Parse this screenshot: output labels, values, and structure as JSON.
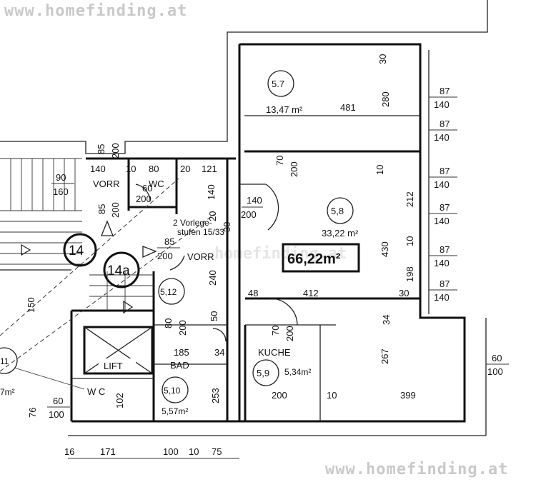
{
  "watermarks": {
    "top": "www.homefinding.at",
    "bottom": "www.homefinding.at",
    "center": "homefinding.at"
  },
  "rooms": {
    "r57": {
      "num": "5.7",
      "area": "13,47 m²"
    },
    "r58": {
      "num": "5,8",
      "area": "33,22 m²"
    },
    "r59": {
      "num": "5,9",
      "area": "5,34m²",
      "name": "KUCHE"
    },
    "r510": {
      "num": "5,10",
      "area": "5,57m²",
      "name": "BAD"
    },
    "r512": {
      "num": "5,12"
    },
    "r511": {
      "num": "11",
      "area": "7m²"
    },
    "r14": {
      "num": "14"
    },
    "r14a": {
      "num": "14a"
    },
    "lift": {
      "name": "LIFT"
    },
    "wc1": {
      "name": "WC"
    },
    "wc2": {
      "name": "W C"
    },
    "vorr1": {
      "name": "VORR"
    },
    "vorr2": {
      "name": "VORR"
    }
  },
  "total_area": "66,22m²",
  "steps_note": {
    "line1": "2 Vorlege-",
    "line2": "stufen 15/33"
  },
  "dims": {
    "d30a": "30",
    "d280": "280",
    "d481": "481",
    "d10a": "10",
    "d212": "212",
    "d430": "430",
    "d10b": "10",
    "d198": "198",
    "d30b": "30",
    "d412": "412",
    "d48": "48",
    "d34a": "34",
    "d267": "267",
    "d399": "399",
    "d200a": "200",
    "d10c": "10",
    "d70a": "70",
    "d200b": "200",
    "d70b": "70",
    "d200c": "200",
    "d140a": "140",
    "d200d": "200",
    "d85a": "85",
    "d200e": "200",
    "d140b": "140",
    "d10d": "10",
    "d80a": "80",
    "d20": "20",
    "d121": "121",
    "d140c": "140",
    "d60": "60",
    "d200f": "200",
    "d85b": "85",
    "d200g": "200",
    "d20b": "20",
    "d30c": "30",
    "d85c": "85",
    "d200h": "200",
    "d240": "240",
    "d50": "50",
    "d150": "150",
    "d80b": "80",
    "d200i": "200",
    "d185": "185",
    "d34b": "34",
    "d253": "253",
    "d102": "102",
    "d76": "76",
    "d16": "16",
    "d171": "171",
    "d100": "100",
    "d10e": "10",
    "d75": "75"
  },
  "fractions": [
    {
      "top": "87",
      "bottom": "140"
    },
    {
      "top": "87",
      "bottom": "140"
    },
    {
      "top": "87",
      "bottom": "140"
    },
    {
      "top": "87",
      "bottom": "140"
    },
    {
      "top": "87",
      "bottom": "140"
    },
    {
      "top": "87",
      "bottom": "140"
    },
    {
      "top": "60",
      "bottom": "100"
    },
    {
      "top": "90",
      "bottom": "160"
    },
    {
      "top": "60",
      "bottom": "100"
    }
  ]
}
